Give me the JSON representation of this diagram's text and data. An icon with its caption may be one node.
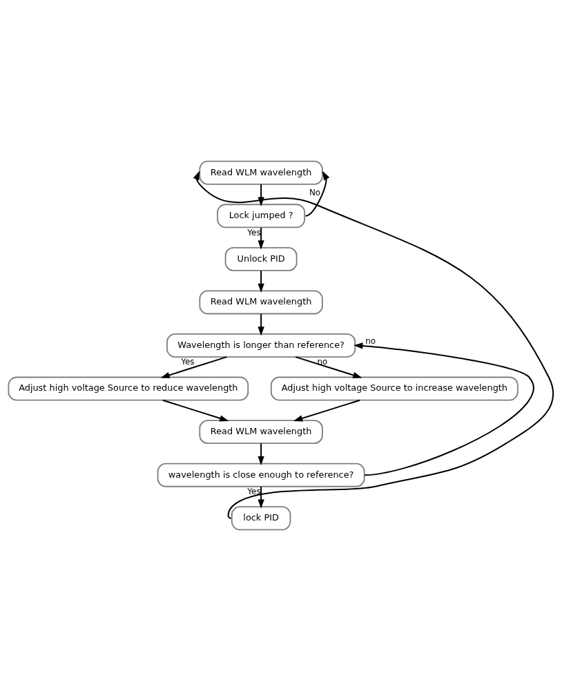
{
  "diagram": {
    "nodes": [
      {
        "text": [
          "Read WLM wavelength"
        ]
      },
      {
        "text": [
          "Lock jumped ?"
        ]
      },
      {
        "text": [
          "Unlock PID"
        ]
      },
      {
        "text": [
          "Read WLM wavelength"
        ]
      },
      {
        "text": [
          "Wavelength is longer than reference?"
        ]
      },
      {
        "text": [
          "Adjust high voltage Source to reduce wavelength"
        ]
      },
      {
        "text": [
          "Adjust high voltage Source to increase wavelength"
        ]
      },
      {
        "text": [
          "Read WLM wavelength"
        ]
      },
      {
        "text": [
          "wavelength is close enough to reference?"
        ]
      },
      {
        "text": [
          "lock PID"
        ]
      }
    ],
    "edges": [
      {
        "from": 0,
        "to": 1,
        "arrow": "to"
      },
      {
        "from": 1,
        "to": 0,
        "arrow": "to",
        "label": "No"
      },
      {
        "from": 1,
        "to": 2,
        "arrow": "to",
        "label": "Yes"
      },
      {
        "from": 2,
        "to": 3,
        "arrow": "to"
      },
      {
        "from": 3,
        "to": 4,
        "arrow": "to"
      },
      {
        "from": 4,
        "to": 5,
        "arrow": "to",
        "label": "Yes"
      },
      {
        "from": 4,
        "to": 6,
        "arrow": "to",
        "label": "no"
      },
      {
        "from": 5,
        "to": 7,
        "arrow": "to"
      },
      {
        "from": 6,
        "to": 7,
        "arrow": "to"
      },
      {
        "from": 7,
        "to": 8,
        "arrow": "to"
      },
      {
        "from": 8,
        "to": 4,
        "arrow": "to",
        "label": "no"
      },
      {
        "from": 8,
        "to": 9,
        "arrow": "to",
        "label": "Yes"
      },
      {
        "from": 9,
        "to": 0,
        "arrow": "to"
      }
    ]
  }
}
